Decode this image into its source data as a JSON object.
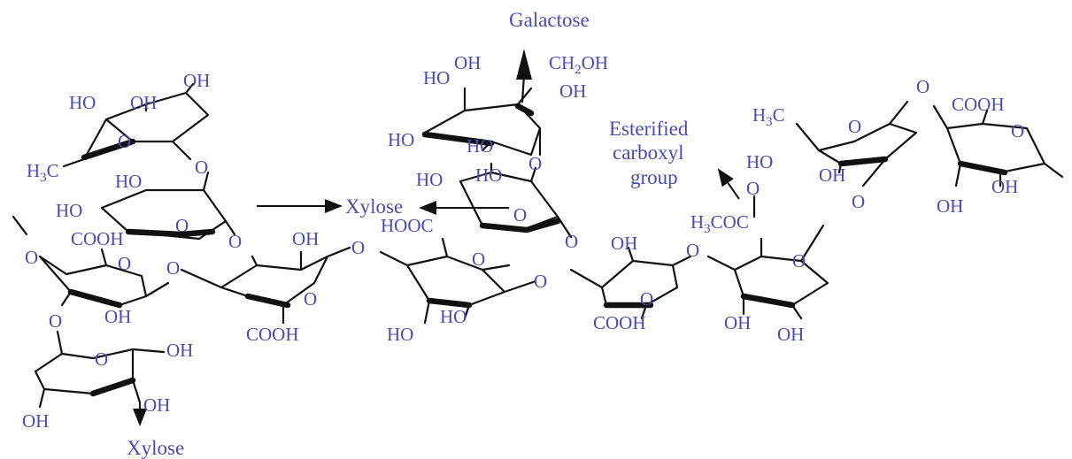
{
  "labels": {
    "galactose": "Galactose",
    "xylose_mid": "Xylose",
    "xylose_bottom": "Xylose",
    "esterified": "Esterified",
    "carboxyl": "carboxyl",
    "group": "group",
    "oh": "OH",
    "ho": "HO",
    "o": "O",
    "cooh": "COOH",
    "hooc": "HOOC",
    "ch2oh": "CH2OH",
    "h3c": "H3C",
    "h3coc": "H3COC"
  }
}
